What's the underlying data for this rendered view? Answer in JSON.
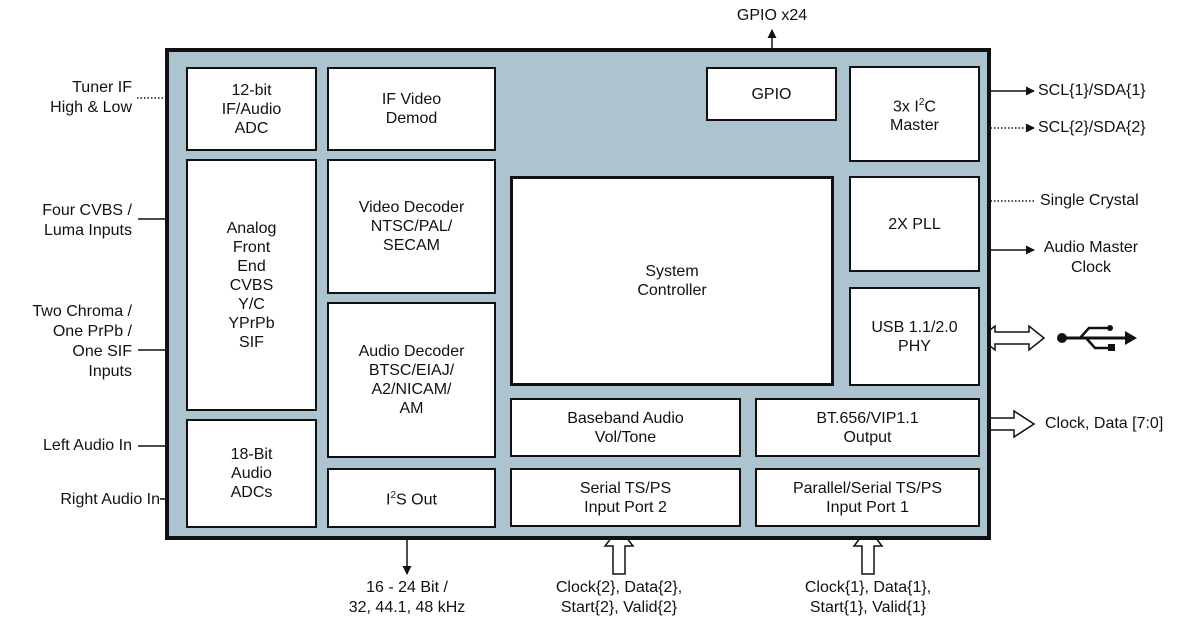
{
  "chip": {
    "blocks": {
      "if_adc": "12-bit\nIF/Audio\nADC",
      "if_demod": "IF Video\nDemod",
      "afe": "Analog\nFront\nEnd\nCVBS\nY/C\nYPrPb\nSIF",
      "video_decoder": "Video Decoder\nNTSC/PAL/\nSECAM",
      "audio_decoder": "Audio Decoder\nBTSC/EIAJ/\nA2/NICAM/\nAM",
      "audio_adcs": "18-Bit\nAudio\nADCs",
      "i2s_prefix": "I",
      "i2s_sup": "2",
      "i2s_suffix": "S Out",
      "gpio": "GPIO",
      "i2c_line1_prefix": "3x I",
      "i2c_sup": "2",
      "i2c_line1_suffix": "C",
      "i2c_line2": "Master",
      "pll": "2X PLL",
      "system_controller": "System\nController",
      "usb_phy": "USB 1.1/2.0\nPHY",
      "baseband_audio": "Baseband Audio\nVol/Tone",
      "bt656": "BT.656/VIP1.1\nOutput",
      "serial_ts": "Serial TS/PS\nInput Port 2",
      "parallel_ts": "Parallel/Serial TS/PS\nInput Port 1"
    }
  },
  "signals": {
    "gpio_bus": "GPIO x24",
    "tuner_if": "Tuner IF\nHigh & Low",
    "cvbs_inputs": "Four CVBS /\nLuma Inputs",
    "chroma_inputs": "Two Chroma /\nOne PrPb /\nOne SIF\nInputs",
    "left_audio": "Left Audio In",
    "right_audio": "Right Audio In",
    "scl_sda_1": "SCL{1}/SDA{1}",
    "scl_sda_2": "SCL{2}/SDA{2}",
    "single_crystal": "Single Crystal",
    "audio_master_clock": "Audio Master\nClock",
    "video_out": "Clock, Data [7:0]",
    "i2s_format": "16 - 24 Bit /\n32, 44.1, 48 kHz",
    "ts_port2_signals": "Clock{2}, Data{2},\nStart{2}, Valid{2}",
    "ts_port1_signals": "Clock{1}, Data{1},\nStart{1}, Valid{1}"
  }
}
